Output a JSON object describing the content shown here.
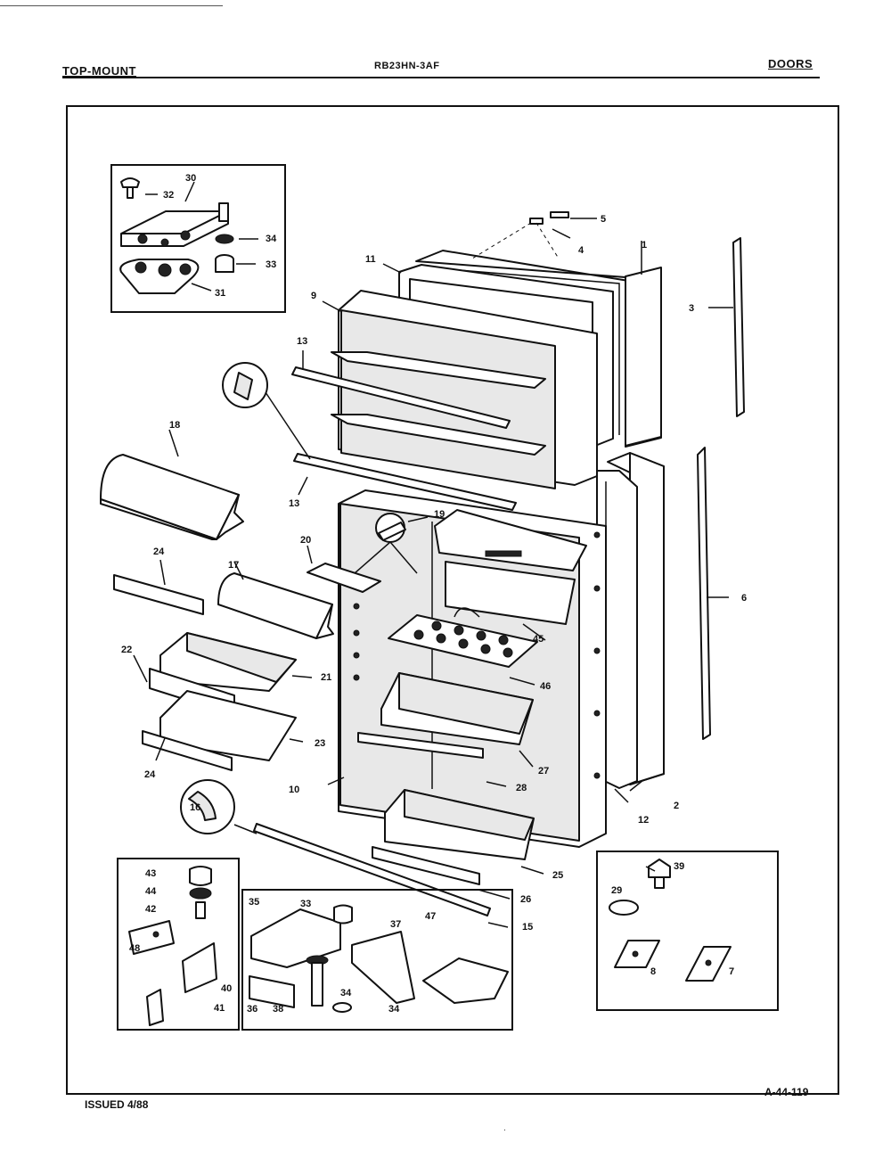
{
  "header": {
    "left": "TOP-MOUNT",
    "center": "RB23HN-3AF",
    "right": "DOORS"
  },
  "footer": {
    "issued": "ISSUED 4/88",
    "code": "A-44-119",
    "dot": "·"
  },
  "callouts": {
    "c1": "1",
    "c2": "2",
    "c3": "3",
    "c4": "4",
    "c5": "5",
    "c6": "6",
    "c7": "7",
    "c8": "8",
    "c9": "9",
    "c10": "10",
    "c11": "11",
    "c12": "12",
    "c13a": "13",
    "c13b": "13",
    "c15": "15",
    "c16": "16",
    "c17": "17",
    "c18": "18",
    "c19": "19",
    "c20": "20",
    "c21": "21",
    "c22": "22",
    "c23": "23",
    "c24a": "24",
    "c24b": "24",
    "c25": "25",
    "c26": "26",
    "c27": "27",
    "c28": "28",
    "c29": "29",
    "c30": "30",
    "c31": "31",
    "c32": "32",
    "c33a": "33",
    "c33b": "33",
    "c34a": "34",
    "c34b": "34",
    "c34c": "34",
    "c35": "35",
    "c36": "36",
    "c37": "37",
    "c38": "38",
    "c39": "39",
    "c40": "40",
    "c41": "41",
    "c42": "42",
    "c43": "43",
    "c44": "44",
    "c45": "45",
    "c46": "46",
    "c47": "47",
    "c48": "48"
  }
}
